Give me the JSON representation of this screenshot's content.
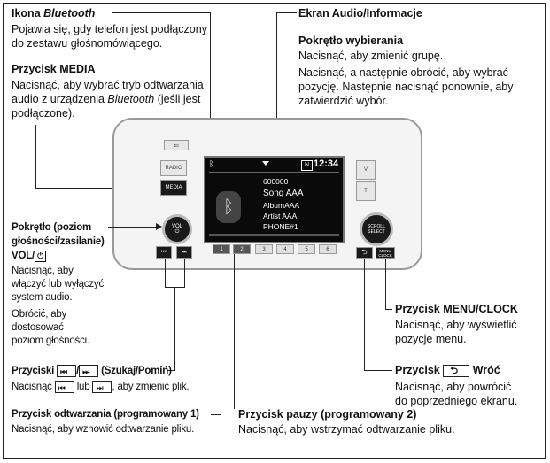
{
  "bluetooth_icon": {
    "title_prefix": "Ikona ",
    "title_em": "Bluetooth",
    "desc1": "Pojawia się, gdy telefon jest podłączony",
    "desc2": "do zestawu głośnomówiącego."
  },
  "media_button": {
    "title": "Przycisk MEDIA",
    "desc1": "Nacisnąć, aby wybrać tryb odtwarzania",
    "desc2_prefix": "audio z urządzenia ",
    "desc2_em": "Bluetooth",
    "desc2_suffix": " (jeśli jest",
    "desc3": "podłączone)."
  },
  "audio_screen": {
    "title": "Ekran Audio/Informacje"
  },
  "selector_knob": {
    "title": "Pokrętło wybierania",
    "desc1": "Nacisnąć, aby zmienić grupę.",
    "desc2": "Nacisnąć, a następnie obrócić, aby wybrać",
    "desc3": "pozycję. Następnie nacisnąć ponownie, aby",
    "desc4": "zatwierdzić wybór."
  },
  "volume_knob": {
    "title1": "Pokrętło (poziom",
    "title2": "głośności/zasilanie)",
    "title3": "VOL/",
    "desc1": "Nacisnąć, aby",
    "desc2": "włączyć lub wyłączyć",
    "desc3": "system audio.",
    "desc4": "Obrócić, aby",
    "desc5": "dostosować",
    "desc6": "poziom głośności."
  },
  "seek_buttons": {
    "title_prefix": "Przyciski ",
    "title_sep": "/",
    "title_suffix": " (Szukaj/Pomiń)",
    "desc_prefix": "Nacisnąć ",
    "desc_mid": " lub ",
    "desc_suffix": ", aby zmienić plik."
  },
  "play_button": {
    "title": "Przycisk odtwarzania (programowany 1)",
    "desc": "Nacisnąć, aby wznowić odtwarzanie pliku."
  },
  "pause_button": {
    "title": "Przycisk pauzy (programowany 2)",
    "desc": "Nacisnąć, aby wstrzymać odtwarzanie pliku."
  },
  "menu_clock": {
    "title": "Przycisk MENU/CLOCK",
    "desc1": "Nacisnąć, aby wyświetlić",
    "desc2": "pozycje menu."
  },
  "back_button": {
    "title_prefix": "Przycisk ",
    "title_suffix": " Wróć",
    "desc1": "Nacisnąć, aby powrócić",
    "desc2": "do poprzedniego ekranu."
  },
  "unit": {
    "radio_label": "RADIO",
    "media_label": "MEDIA",
    "vol_label": "VOL",
    "power_symbol": "⏻",
    "select_label1": "SCROLL",
    "select_label2": "SELECT",
    "menu_label1": "MENU",
    "menu_label2": "CLOCK",
    "screen_clock": "12:34",
    "screen_n": "N",
    "track_number": "600000",
    "song": "Song AAA",
    "album": "AlbumAAA",
    "artist": "Artist AAA",
    "phone": "PHONE#1",
    "presets": [
      "1",
      "2",
      "3",
      "4",
      "5",
      "6"
    ],
    "right_btn_1": "V",
    "right_btn_2": "T"
  },
  "colors": {
    "panel": "#f4f4f4",
    "screen": "#0a0a0a",
    "line": "#222222"
  }
}
